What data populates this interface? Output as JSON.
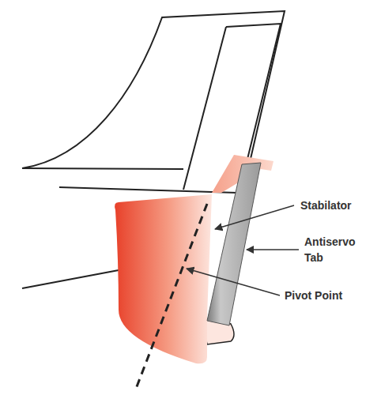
{
  "diagram": {
    "labels": [
      "Stabilator",
      "Antiservo Tab",
      "Pivot Point"
    ]
  }
}
